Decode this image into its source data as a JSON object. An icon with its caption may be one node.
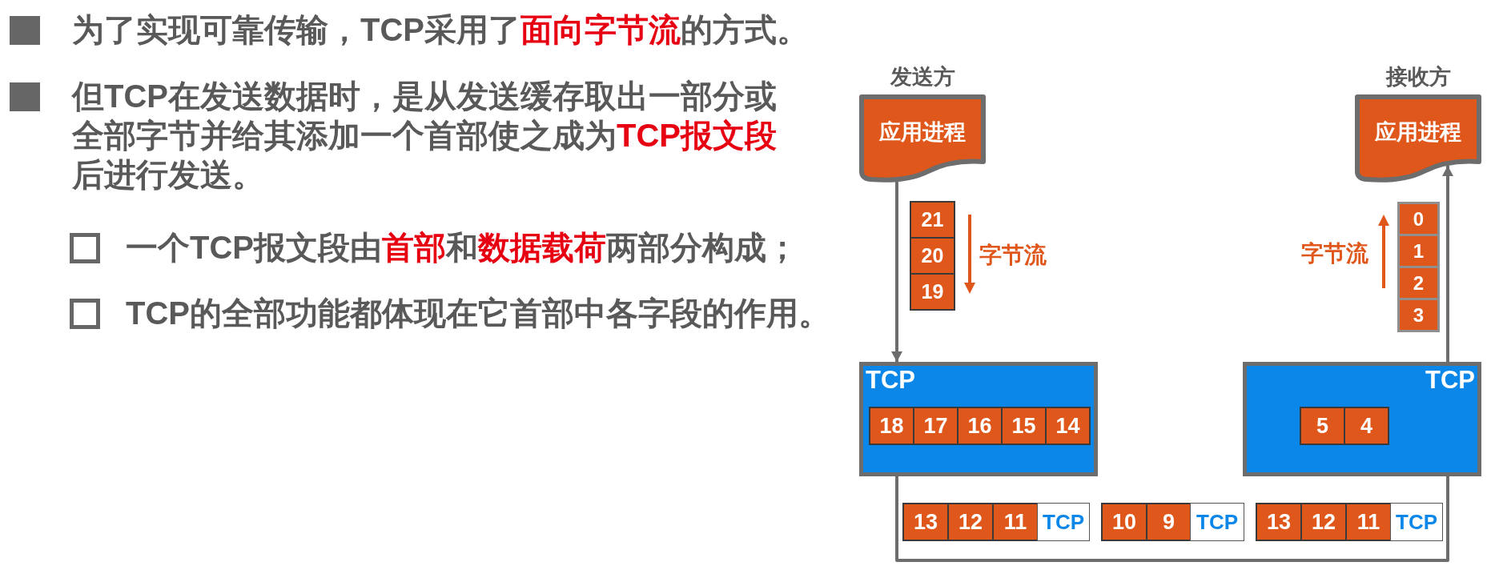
{
  "diagram": {
    "nodes": [
      {
        "text": [
          "发送方",
          "应用进程"
        ]
      },
      {
        "text": [
          "接收方",
          "应用进程"
        ]
      },
      {
        "text": [
          "21"
        ]
      },
      {
        "text": [
          "20"
        ]
      },
      {
        "text": [
          "19"
        ]
      },
      {
        "text": [
          "0"
        ]
      },
      {
        "text": [
          "1"
        ]
      },
      {
        "text": [
          "2"
        ]
      },
      {
        "text": [
          "3"
        ]
      },
      {
        "text": [
          "TCP"
        ]
      },
      {
        "text": [
          "18"
        ],
        "in": 9
      },
      {
        "text": [
          "17"
        ],
        "in": 9
      },
      {
        "text": [
          "16"
        ],
        "in": 9
      },
      {
        "text": [
          "15"
        ],
        "in": 9
      },
      {
        "text": [
          "14"
        ],
        "in": 9
      },
      {
        "text": [
          "TCP"
        ]
      },
      {
        "text": [
          "5"
        ],
        "in": 15
      },
      {
        "text": [
          "4"
        ],
        "in": 15
      },
      {
        "text": [
          "13"
        ]
      },
      {
        "text": [
          "12"
        ]
      },
      {
        "text": [
          "11"
        ]
      },
      {
        "text": [
          "TCP"
        ]
      },
      {
        "text": [
          "10"
        ]
      },
      {
        "text": [
          "9"
        ]
      },
      {
        "text": [
          "TCP"
        ]
      },
      {
        "text": [
          "13"
        ]
      },
      {
        "text": [
          "12"
        ]
      },
      {
        "text": [
          "11"
        ]
      },
      {
        "text": [
          "TCP"
        ]
      }
    ],
    "edges": [
      {
        "from": 0,
        "to": 9,
        "arrow": "to"
      },
      {
        "from": 9,
        "to": 15,
        "arrow": "none"
      },
      {
        "from": 15,
        "to": 1,
        "arrow": "to"
      }
    ],
    "labels": [
      "为了实现可靠传输，TCP采用了**面向字节流**的方式。",
      "但TCP在发送数据时，是从发送缓存取出一部分或全部字节并给其添加一个首部使之成为**TCP报文段**后进行发送。",
      "一个TCP报文段由**首部**和**数据载荷**两部分构成；",
      "TCP的全部功能都体现在它首部中各字段的作用。",
      "字节流",
      "字节流"
    ]
  }
}
